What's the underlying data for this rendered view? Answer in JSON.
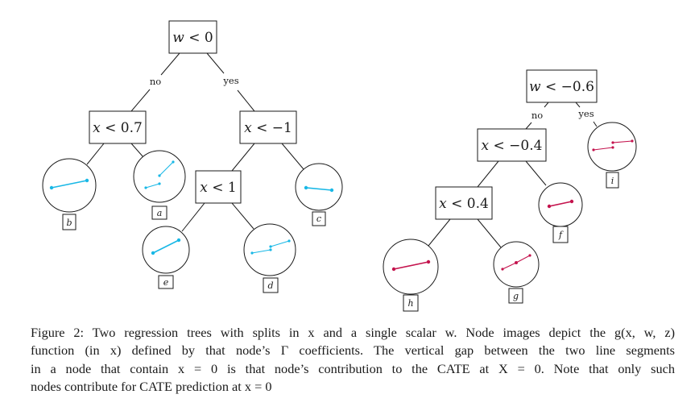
{
  "figure": {
    "colors": {
      "left_tree_segment": "#19b8e6",
      "right_tree_segment": "#c4134d",
      "ink": "#1a1a1a"
    },
    "left_tree": {
      "root": {
        "label": "w < 0"
      },
      "edge_labels": {
        "no": "no",
        "yes": "yes"
      },
      "internal": [
        {
          "id": "n_x07",
          "label": "x < 0.7"
        },
        {
          "id": "n_xm1",
          "label": "x < −1"
        },
        {
          "id": "n_x1",
          "label": "x < 1"
        }
      ],
      "leaves": [
        {
          "id": "b",
          "label": "b",
          "segments": 1,
          "gap_at_x0": false
        },
        {
          "id": "a",
          "label": "a",
          "segments": 2,
          "gap_at_x0": true
        },
        {
          "id": "c",
          "label": "c",
          "segments": 1,
          "gap_at_x0": false
        },
        {
          "id": "e",
          "label": "e",
          "segments": 1,
          "gap_at_x0": false
        },
        {
          "id": "d",
          "label": "d",
          "segments": 2,
          "gap_at_x0": true
        }
      ]
    },
    "right_tree": {
      "root": {
        "label": "w < −0.6"
      },
      "edge_labels": {
        "no": "no",
        "yes": "yes"
      },
      "internal": [
        {
          "id": "n_xm04",
          "label": "x < −0.4"
        },
        {
          "id": "n_x04",
          "label": "x < 0.4"
        }
      ],
      "leaves": [
        {
          "id": "i",
          "label": "i",
          "segments": 2,
          "gap_at_x0": true
        },
        {
          "id": "f",
          "label": "f",
          "segments": 1,
          "gap_at_x0": false
        },
        {
          "id": "h",
          "label": "h",
          "segments": 1,
          "gap_at_x0": false
        },
        {
          "id": "g",
          "label": "g",
          "segments": 2,
          "gap_at_x0": false
        }
      ]
    }
  },
  "caption": {
    "lines": [
      "Figure 2: Two regression trees with splits in x and a single scalar w. Node images depict the g(x, w, z)",
      "function (in x) defined by that node’s Γ coefficients. The vertical gap between the two line segments",
      "in a node that contain x = 0 is that node’s contribution to the CATE at X = 0. Note that only such",
      "nodes contribute for CATE prediction at x = 0"
    ]
  }
}
